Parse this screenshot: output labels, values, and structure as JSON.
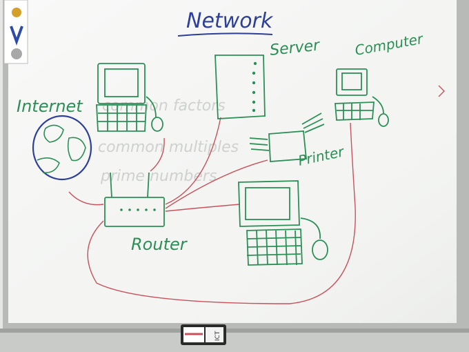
{
  "board": {
    "title": "Network",
    "labels": {
      "internet": "Internet",
      "server": "Server",
      "computer": "Computer",
      "printer": "Printer",
      "router": "Router"
    },
    "ghost_text": [
      "common factors",
      "common multiples",
      "prime numbers"
    ]
  },
  "eraser": {
    "text": "ICT"
  },
  "colors": {
    "green_marker": "#2a8f55",
    "blue_marker": "#2c3f9a",
    "red_marker": "#c8505a",
    "board": "#f3f4f2",
    "frame": "#b9bcb8"
  }
}
